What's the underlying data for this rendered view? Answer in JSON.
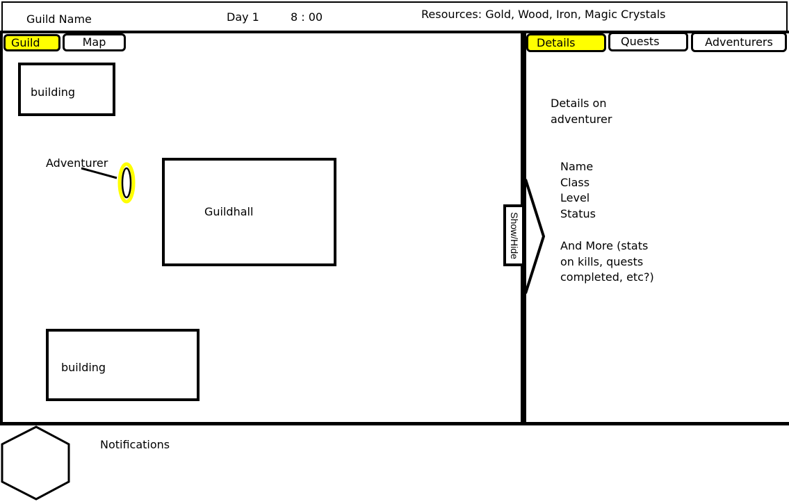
{
  "header": {
    "guild_name": "Guild Name",
    "day": "Day 1",
    "time": "8 : 00",
    "resources": "Resources: Gold, Wood, Iron, Magic Crystals"
  },
  "left_tabs": [
    {
      "label": "Guild",
      "active": true
    },
    {
      "label": "Map",
      "active": false
    }
  ],
  "right_tabs": [
    {
      "label": "Details",
      "active": true
    },
    {
      "label": "Quests",
      "active": false
    },
    {
      "label": "Adventurers",
      "active": false
    }
  ],
  "map": {
    "building_top": "building",
    "building_bottom": "building",
    "guildhall": "Guildhall",
    "adventurer_label": "Adventurer"
  },
  "toggle": {
    "label": "Show/Hide"
  },
  "details": {
    "heading": [
      "Details on",
      "adventurer"
    ],
    "fields": [
      "Name",
      "Class",
      "Level",
      "Status"
    ],
    "more": [
      "And More (stats",
      "on kills, quests",
      "completed, etc?)"
    ]
  },
  "notifications": {
    "label": "Notifications"
  },
  "colors": {
    "highlight": "#ffff00",
    "outline": "#000000",
    "background": "#ffffff"
  }
}
